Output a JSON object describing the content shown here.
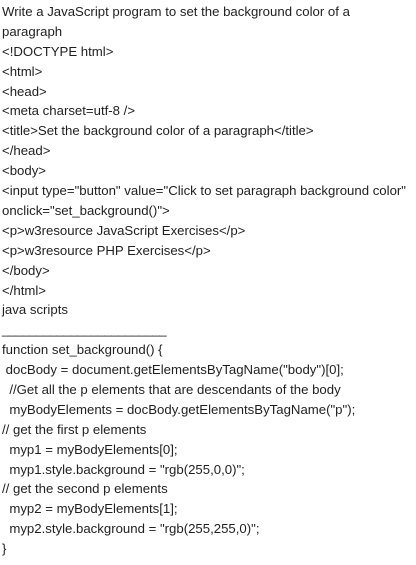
{
  "document": {
    "lines": [
      "Write a JavaScript program to set the background color of a paragraph",
      "<!DOCTYPE html>",
      "<html>",
      "<head>",
      "<meta charset=utf-8 />",
      "<title>Set the background color of a paragraph</title>",
      "</head>",
      "<body>",
      "<input type=\"button\" value=\"Click to set paragraph background color\" onclick=\"set_background()\">",
      "<p>w3resource JavaScript Exercises</p>",
      "<p>w3resource PHP Exercises</p>",
      "</body>",
      "</html>",
      "java scripts",
      "________________________",
      "function set_background() {",
      " docBody = document.getElementsByTagName(\"body\")[0];",
      "  //Get all the p elements that are descendants of the body",
      "  myBodyElements = docBody.getElementsByTagName(\"p\");",
      "// get the first p elements",
      "  myp1 = myBodyElements[0];",
      "  myp1.style.background = \"rgb(255,0,0)\";",
      "// get the second p elements",
      "  myp2 = myBodyElements[1];",
      "  myp2.style.background = \"rgb(255,255,0)\";",
      "}"
    ]
  }
}
